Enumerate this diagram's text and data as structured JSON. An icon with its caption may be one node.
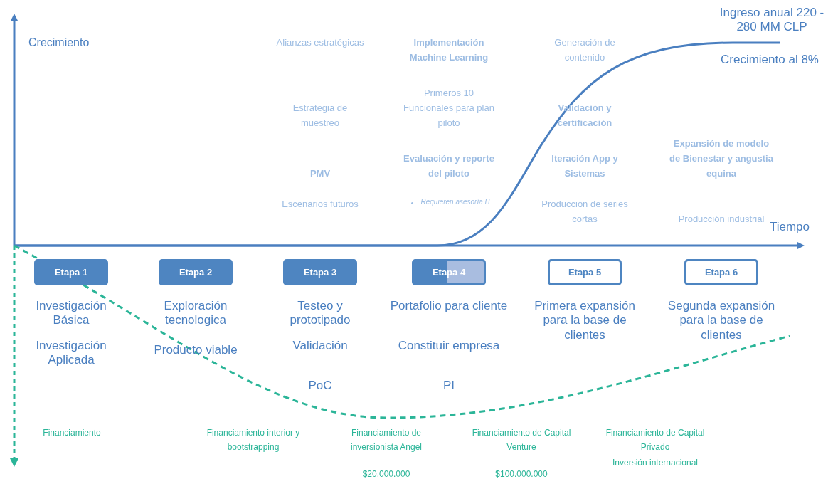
{
  "diagram": {
    "nodes": [
      {
        "text": [
          "Etapa 1"
        ]
      },
      {
        "text": [
          "Etapa 2"
        ]
      },
      {
        "text": [
          "Etapa 3"
        ]
      },
      {
        "text": [
          "Etapa 4"
        ]
      },
      {
        "text": [
          "Etapa 5"
        ]
      },
      {
        "text": [
          "Etapa 6"
        ]
      }
    ],
    "labels": [
      "Crecimiento",
      "Ingreso anual 220 - 280 MM CLP",
      "Alianzas estratégicas",
      "Implementación Machine Learning",
      "Generación de contenido",
      "Crecimiento al 8%",
      "Estrategia de muestreo",
      "Primeros 10 Funcionales para plan piloto",
      "Validación y certificación",
      "Expansión de modelo de Bienestar y angustia equina",
      "PMV",
      "Evaluación y reporte del piloto",
      "Iteración App y Sistemas",
      "Escenarios futuros",
      "Requieren asesoría IT",
      "Producción de series cortas",
      "Producción industrial",
      "Tiempo",
      "Investigación Básica",
      "Exploración tecnologica",
      "Testeo y prototipado",
      "Portafolio para cliente",
      "Primera expansión para la base de clientes",
      "Segunda expansión para la base de clientes",
      "Investigación Aplicada",
      "Producto viable",
      "Validación",
      "Constituir empresa",
      "PoC",
      "PI",
      "Financiamiento",
      "Financiamiento interior y bootstrapping",
      "Financiamiento de inversionista Angel",
      "Financiamiento de Capital Venture",
      "Financiamiento de Capital Privado",
      "$20.000.000",
      "$100.000.000",
      "Inversión internacional"
    ]
  }
}
